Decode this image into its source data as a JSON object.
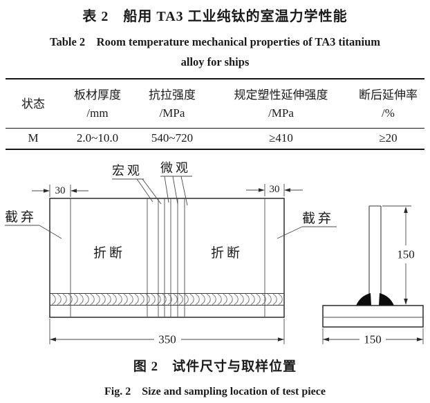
{
  "table_section": {
    "title_zh": "表 2　船用 TA3 工业纯钛的室温力学性能",
    "title_en1": "Table 2　Room temperature mechanical properties of TA3 titanium",
    "title_en2": "alloy for ships",
    "columns": [
      {
        "name": "状态",
        "unit": ""
      },
      {
        "name": "板材厚度",
        "unit": "/mm"
      },
      {
        "name": "抗拉强度",
        "unit": "/MPa"
      },
      {
        "name": "规定塑性延伸强度",
        "unit": "/MPa"
      },
      {
        "name": "断后延伸率",
        "unit": "/%"
      }
    ],
    "row": {
      "state": "M",
      "thickness": "2.0~10.0",
      "tensile": "540~720",
      "proof_strength": "≥410",
      "elongation": "≥20"
    }
  },
  "figure_section": {
    "caption_zh": "图 2　试件尺寸与取样位置",
    "caption_en": "Fig. 2　Size and sampling location of test piece",
    "labels": {
      "macro": "宏观",
      "micro": "微观",
      "cutoff_left": "截弃",
      "cutoff_right": "截弃",
      "break_left": "折断",
      "break_right": "折断"
    },
    "dims": {
      "edge_left": "30",
      "edge_right": "30",
      "plate_width": "350",
      "stiffener_height": "150",
      "base_width": "150"
    }
  },
  "colors": {
    "ink": "#1a1a1a",
    "line_main": "#2a2a2a",
    "line_thin": "#4a4a4a"
  }
}
